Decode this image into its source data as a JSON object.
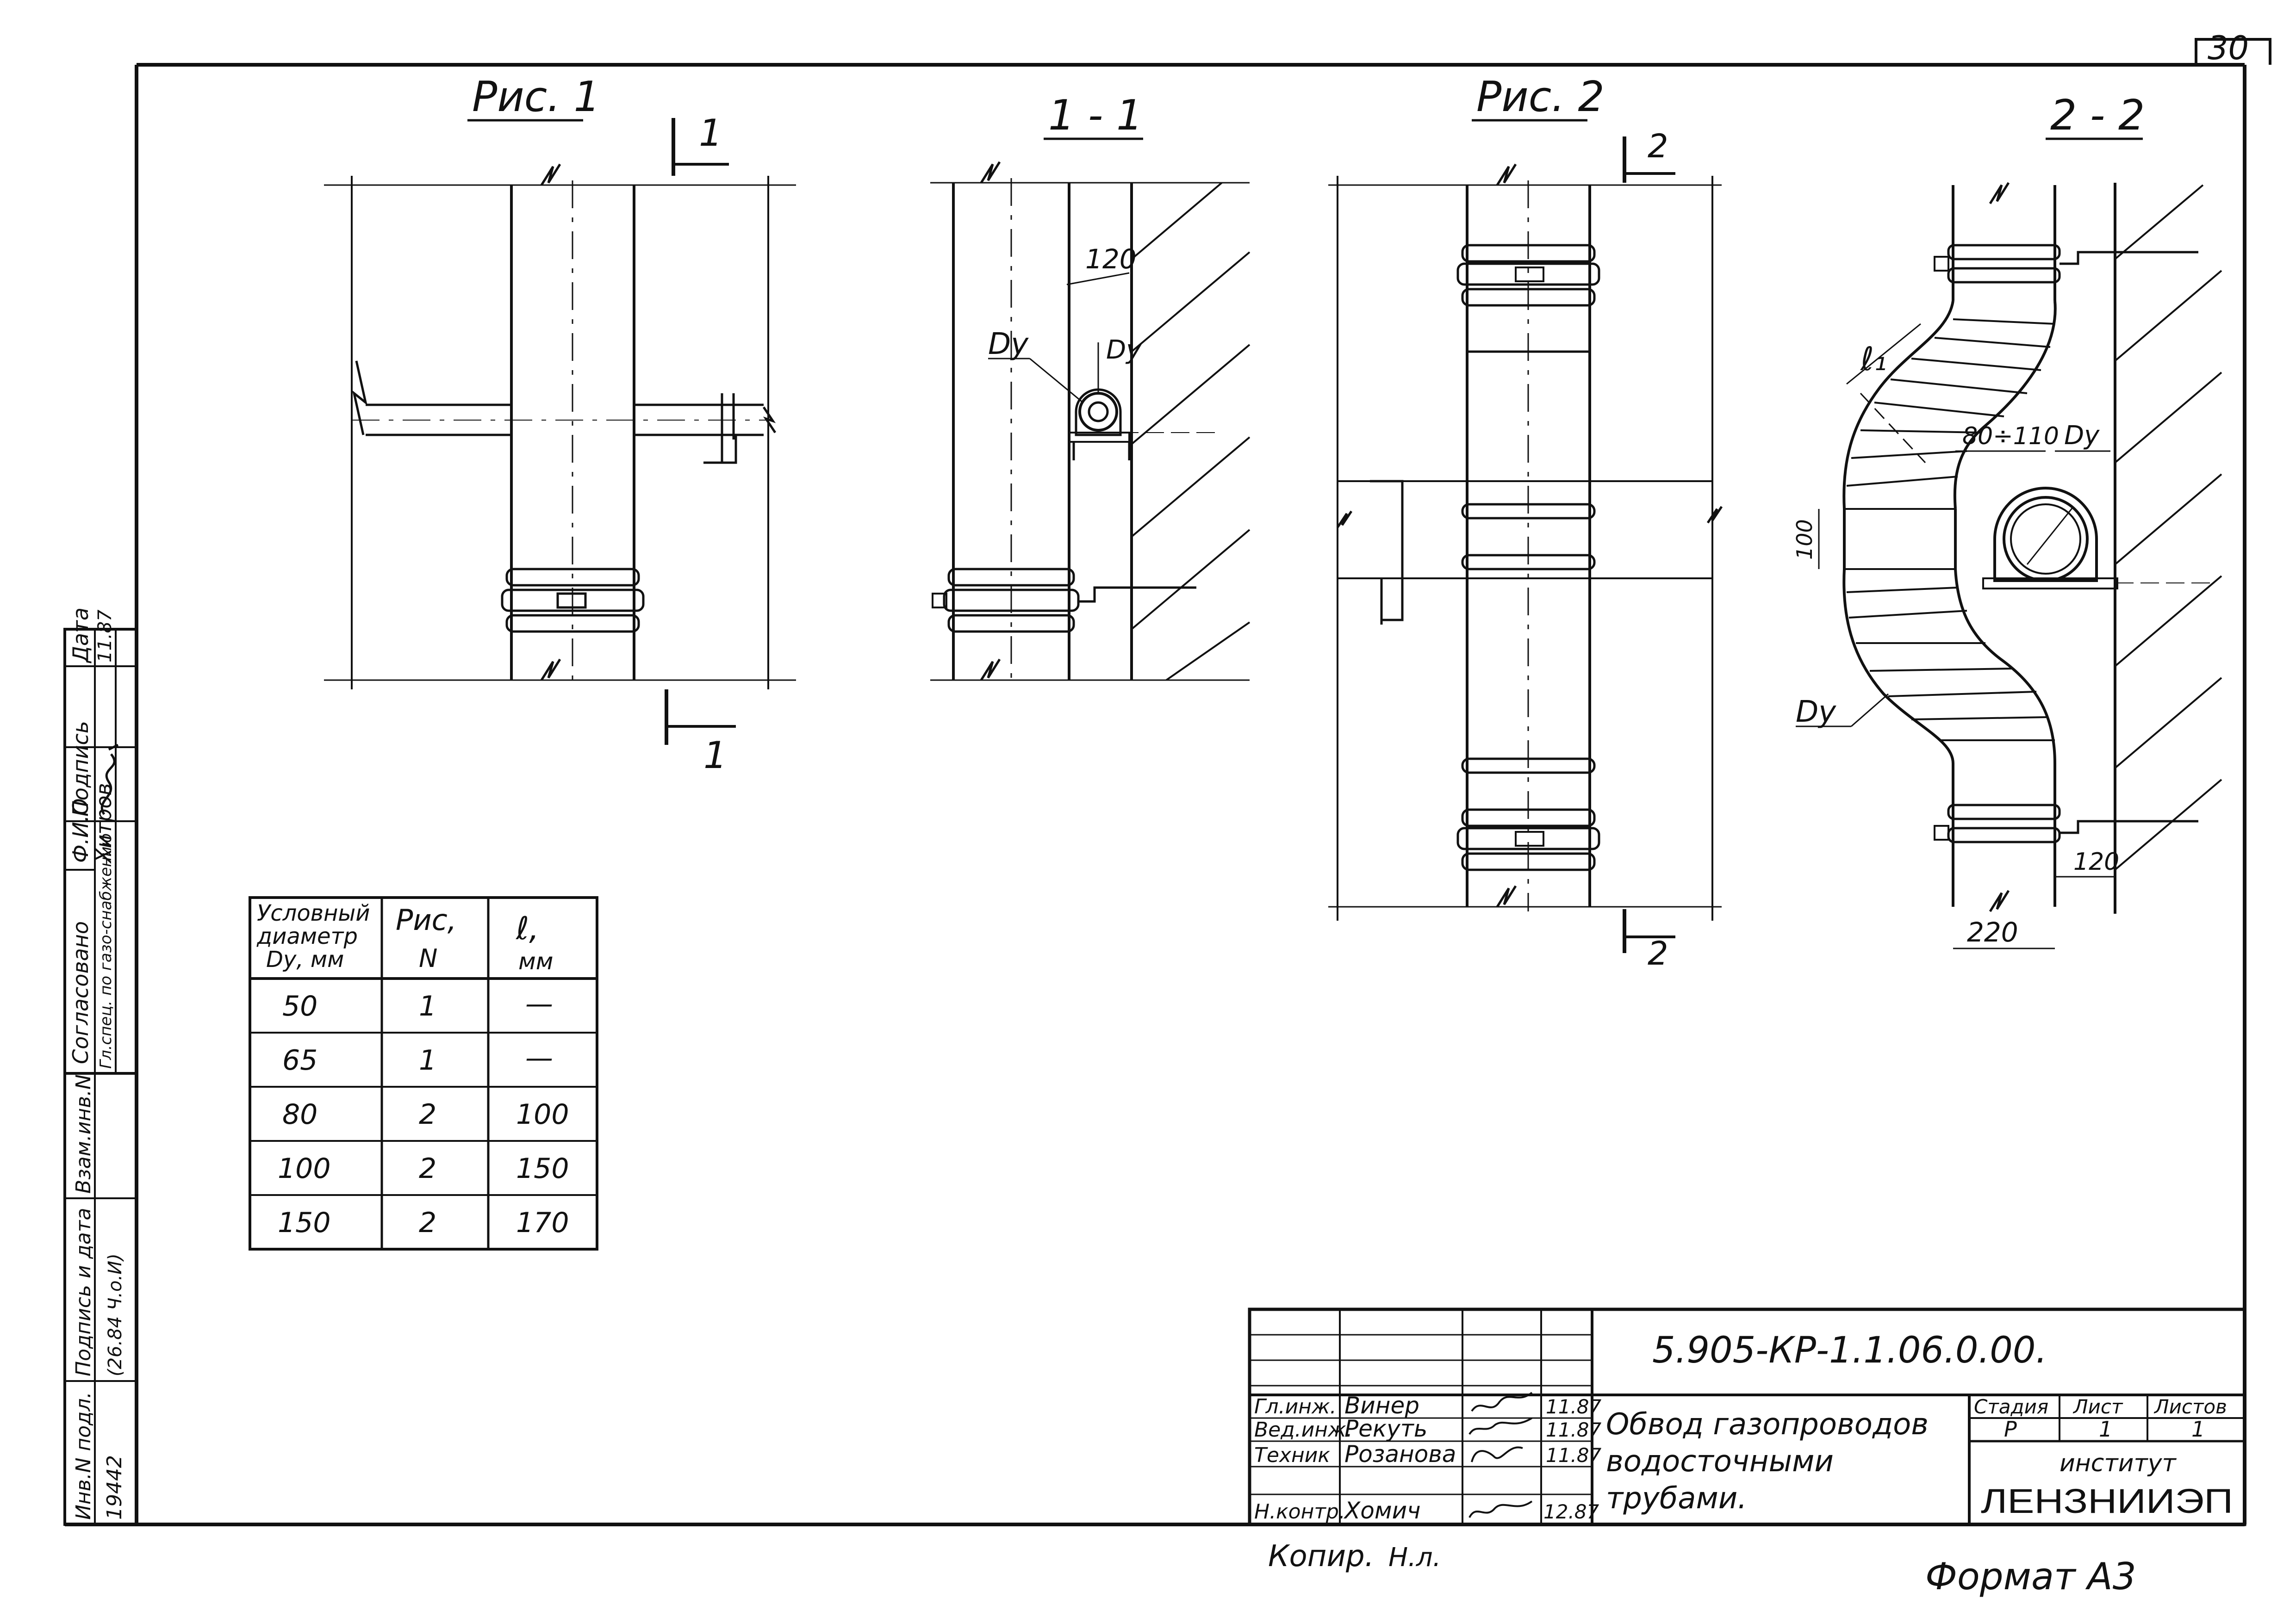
{
  "sheet": {
    "page_number": "30",
    "format_label": "Формат А3",
    "copy_label": "Копир.",
    "copy_signature": "Н.л."
  },
  "figures": {
    "fig1_title": "Рис. 1",
    "section11_title": "1 - 1",
    "fig2_title": "Рис. 2",
    "section22_title": "2 - 2",
    "cut1_label": "1",
    "cut2_label": "2",
    "dim_120": "120",
    "dim_dy": "Dу",
    "dim_l1": "ℓ₁",
    "dim_80_110": "80÷110",
    "dim_100": "100",
    "dim_220": "220"
  },
  "spec_table": {
    "headers": [
      "Условный диаметр Dу, мм",
      "Рис, N",
      "ℓ, мм"
    ],
    "header_lines": [
      [
        "Условный",
        "диаметр",
        "Dу, мм"
      ],
      [
        "Рис,",
        "N"
      ],
      [
        "ℓ,",
        "мм"
      ]
    ],
    "rows": [
      [
        "50",
        "1",
        "—"
      ],
      [
        "65",
        "1",
        "—"
      ],
      [
        "80",
        "2",
        "100"
      ],
      [
        "100",
        "2",
        "150"
      ],
      [
        "150",
        "2",
        "170"
      ]
    ]
  },
  "side_stamp": {
    "agreed_headers": [
      "Согласовано",
      "Ф.И.О",
      "Подпись",
      "Дата"
    ],
    "agreed_row": [
      "Гл.спец. по газо-снабжению",
      "Хитров",
      "",
      "11.87"
    ],
    "archive_labels": [
      "Инв.N подл.",
      "Подпись и дата",
      "Взам.инв.N"
    ],
    "archive_values": [
      "19442",
      "(26.84 Ч.о.И)",
      ""
    ]
  },
  "title_block": {
    "document_code": "5.905-КР-1.1.06.0.00.",
    "title_lines": [
      "Обвод газопроводов",
      "водосточными",
      "трубами."
    ],
    "signers": [
      {
        "role": "Гл.инж.",
        "name": "Винер",
        "date": "11.87"
      },
      {
        "role": "Вед.инж.",
        "name": "Рекуть",
        "date": "11.87"
      },
      {
        "role": "Техник",
        "name": "Розанова",
        "date": "11.87"
      },
      {
        "role": "Н.контр.",
        "name": "Хомич",
        "date": "12.87"
      }
    ],
    "stage_header": "Стадия",
    "sheet_header": "Лист",
    "sheets_header": "Листов",
    "stage_value": "Р",
    "sheet_value": "1",
    "sheets_value": "1",
    "institute_label": "институт",
    "institute_name": "ЛЕНЗНИИЭП"
  }
}
